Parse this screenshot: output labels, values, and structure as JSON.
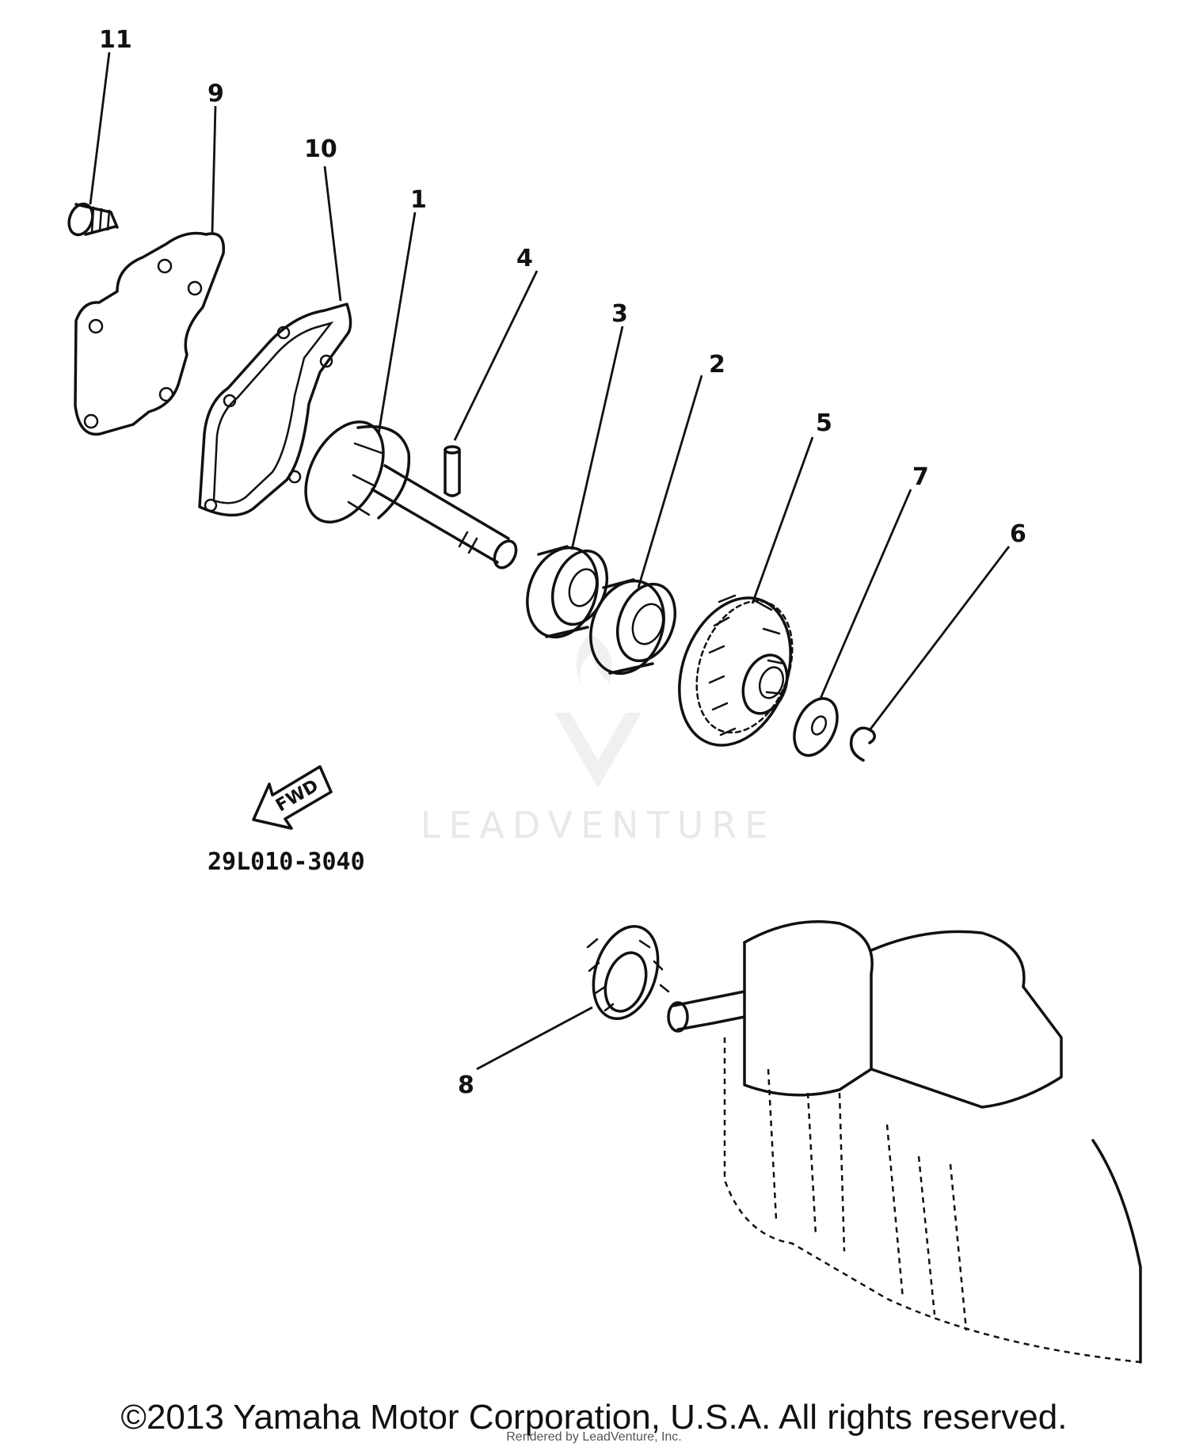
{
  "callouts": [
    {
      "id": "callout-1",
      "label": "1"
    },
    {
      "id": "callout-2",
      "label": "2"
    },
    {
      "id": "callout-3",
      "label": "3"
    },
    {
      "id": "callout-4",
      "label": "4"
    },
    {
      "id": "callout-5",
      "label": "5"
    },
    {
      "id": "callout-6",
      "label": "6"
    },
    {
      "id": "callout-7",
      "label": "7"
    },
    {
      "id": "callout-8",
      "label": "8"
    },
    {
      "id": "callout-9",
      "label": "9"
    },
    {
      "id": "callout-10",
      "label": "10"
    },
    {
      "id": "callout-11",
      "label": "11"
    }
  ],
  "fwd_label": "FWD",
  "figure_code": "29L010-3040",
  "watermark": "LEADVENTURE",
  "copyright": "©2013 Yamaha Motor Corporation, U.S.A. All rights reserved.",
  "rendered_by": "Rendered by LeadVenture, Inc."
}
